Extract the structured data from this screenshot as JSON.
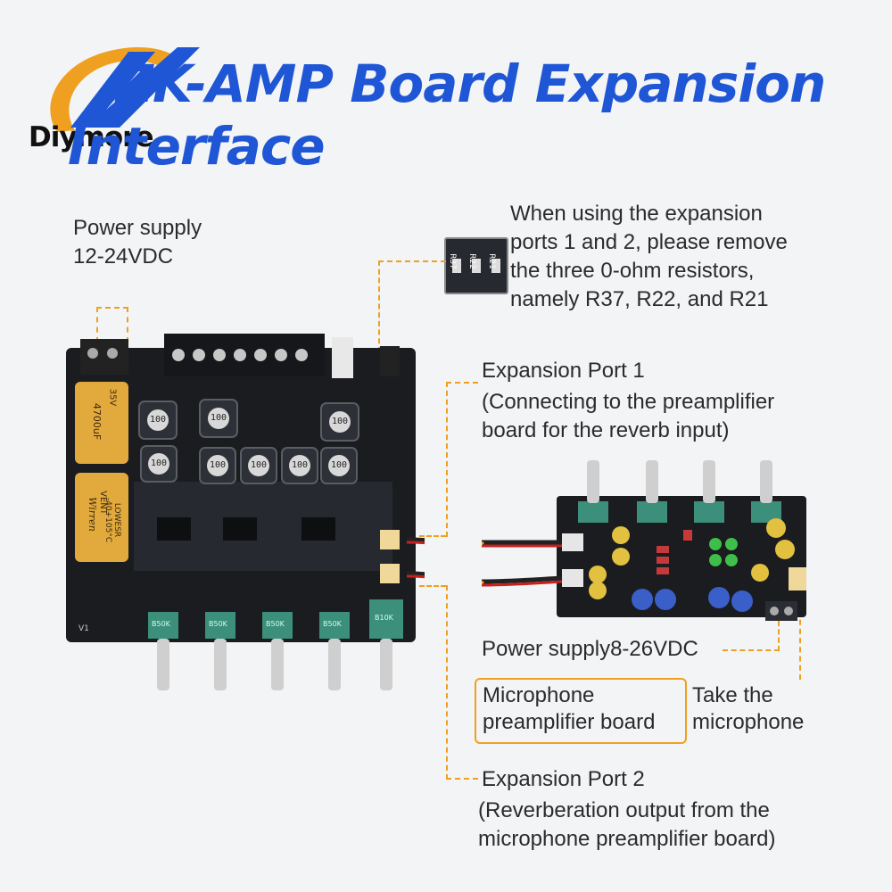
{
  "brand": {
    "name": "Diymore",
    "colors": {
      "primary": "#1f56d6",
      "accent": "#f0a020"
    }
  },
  "title": {
    "line1": "ZK-AMP Board Expansion",
    "line2": "Interface"
  },
  "labels": {
    "power_main_line1": "Power supply",
    "power_main_line2": "12-24VDC",
    "resistor_note_line1": "When using the expansion",
    "resistor_note_line2": "ports 1 and 2, please remove",
    "resistor_note_line3": "the three 0-ohm resistors,",
    "resistor_note_line4": "namely R37, R22, and R21",
    "port1_title": "Expansion Port 1",
    "port1_desc_line1": "(Connecting to the preamplifier",
    "port1_desc_line2": "board for the reverb input)",
    "power_mic": "Power supply8-26VDC",
    "mic_board_line1": "Microphone",
    "mic_board_line2": "preamplifier board",
    "take_mic_line1": "Take the",
    "take_mic_line2": "microphone",
    "port2_title": "Expansion Port 2",
    "port2_desc_line1": "(Reverberation output from the",
    "port2_desc_line2": "microphone preamplifier board)"
  },
  "resistor_chip": {
    "codes": [
      "R37",
      "R22",
      "R21"
    ]
  },
  "main_board": {
    "inductor_mark": "100",
    "cap_big": "4700uF",
    "cap_rating": "35V",
    "cap_brand": "Wirren",
    "cap_vent": "VENT",
    "cap_temp": "-40+105°C",
    "cap_lowesr": "LOWESR",
    "pot_mark": "B50K",
    "pot_mark_last": "B10K",
    "version": "V1"
  }
}
